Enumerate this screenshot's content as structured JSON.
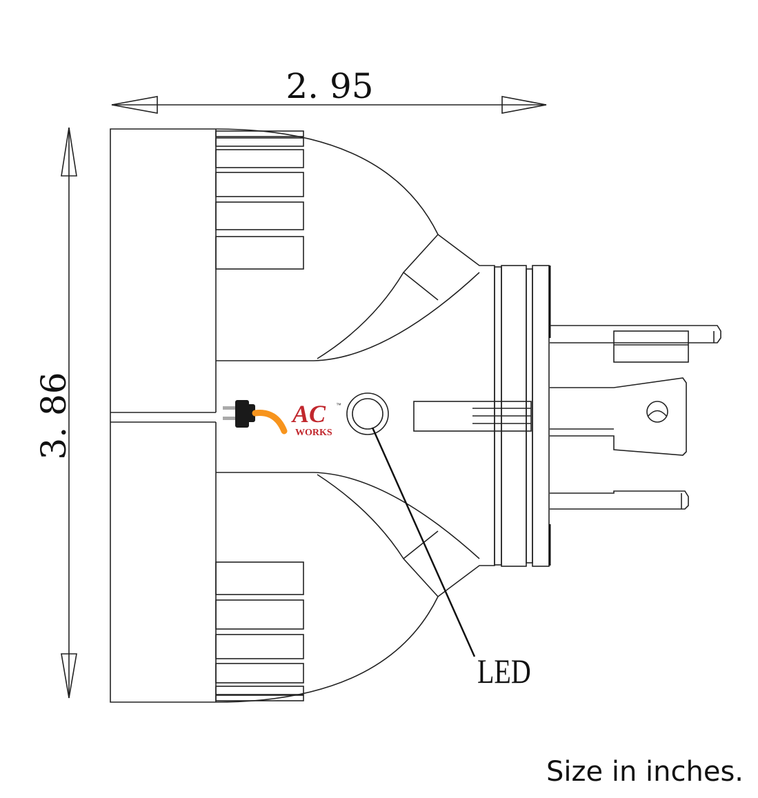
{
  "dimensions": {
    "width_label": "2. 95",
    "height_label": "3. 86"
  },
  "callout": {
    "led_label": "LED"
  },
  "caption": "Size in inches.",
  "logo": {
    "brand": "AC",
    "sub": "WORKS",
    "trademark": "™"
  },
  "colors": {
    "line": "#222222",
    "brand_red": "#c1272d",
    "cord_orange": "#f7941d",
    "plug_black": "#1a1a1a"
  }
}
